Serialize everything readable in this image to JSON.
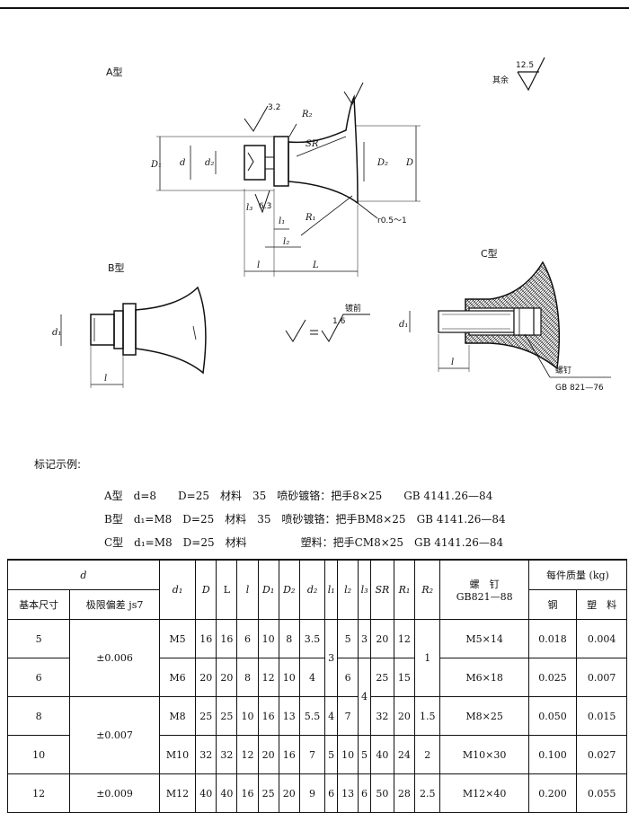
{
  "drawing": {
    "label_a": "A型",
    "label_b": "B型",
    "label_c": "C型",
    "other_text": "其余",
    "other_roughness": "12.5",
    "roughness_32": "3.2",
    "roughness_63": "6.3",
    "fillet_note": "r0.5～1",
    "equiv_roughness": "1.6",
    "plating_note": "镀前",
    "screw_label": "螺钉",
    "screw_std": "GB 821—76",
    "dims": {
      "R2": "R₂",
      "SR": "SR",
      "R1": "R₁",
      "D1": "D₁",
      "d": "d",
      "d2": "d₂",
      "D2": "D₂",
      "D": "D",
      "l3": "l₃",
      "l1": "l₁",
      "l2": "l₂",
      "l": "l",
      "L": "L",
      "d1": "d₁"
    }
  },
  "marking": {
    "title": "标记示例:",
    "lines": [
      "A型　d=8　　D=25　材料　35　喷砂镀铬：把手8×25　　GB 4141.26—84",
      "B型　d₁=M8　D=25　材料　35　喷砂镀铬：把手BM8×25　GB 4141.26—84",
      "C型　d₁=M8　D=25　材料　　　　　塑料：把手CM8×25　GB 4141.26—84"
    ]
  },
  "table": {
    "headers": {
      "d": "d",
      "basic_size": "基本尺寸",
      "tolerance": "极限偏差 js7",
      "d1": "d₁",
      "D": "D",
      "L": "L",
      "l": "l",
      "D1": "D₁",
      "D2": "D₂",
      "d2": "d₂",
      "l1": "l₁",
      "l2": "l₂",
      "l3": "l₃",
      "SR": "SR",
      "R1": "R₁",
      "R2": "R₂",
      "screw": "螺　钉",
      "screw_std": "GB821—88",
      "mass": "每件质量 (kg)",
      "steel": "钢",
      "plastic": "塑　料"
    },
    "tolerances": [
      "±0.006",
      "±0.007",
      "±0.009"
    ],
    "l1_merged": [
      "3",
      "4",
      "5",
      "6"
    ],
    "l3_merged": [
      "3",
      "4",
      "5",
      "6"
    ],
    "R2_merged": [
      "1",
      "1.5",
      "2",
      "2.5"
    ],
    "rows": [
      {
        "d": "5",
        "d1": "M5",
        "D": "16",
        "L": "16",
        "l": "6",
        "D1": "10",
        "D2": "8",
        "d2": "3.5",
        "l2": "5",
        "SR": "20",
        "R1": "12",
        "screw": "M5×14",
        "steel": "0.018",
        "plastic": "0.004"
      },
      {
        "d": "6",
        "d1": "M6",
        "D": "20",
        "L": "20",
        "l": "8",
        "D1": "12",
        "D2": "10",
        "d2": "4",
        "l2": "6",
        "SR": "25",
        "R1": "15",
        "screw": "M6×18",
        "steel": "0.025",
        "plastic": "0.007"
      },
      {
        "d": "8",
        "d1": "M8",
        "D": "25",
        "L": "25",
        "l": "10",
        "D1": "16",
        "D2": "13",
        "d2": "5.5",
        "l2": "7",
        "SR": "32",
        "R1": "20",
        "screw": "M8×25",
        "steel": "0.050",
        "plastic": "0.015"
      },
      {
        "d": "10",
        "d1": "M10",
        "D": "32",
        "L": "32",
        "l": "12",
        "D1": "20",
        "D2": "16",
        "d2": "7",
        "l2": "10",
        "SR": "40",
        "R1": "24",
        "screw": "M10×30",
        "steel": "0.100",
        "plastic": "0.027"
      },
      {
        "d": "12",
        "d1": "M12",
        "D": "40",
        "L": "40",
        "l": "16",
        "D1": "25",
        "D2": "20",
        "d2": "9",
        "l2": "13",
        "SR": "50",
        "R1": "28",
        "screw": "M12×40",
        "steel": "0.200",
        "plastic": "0.055"
      }
    ]
  }
}
